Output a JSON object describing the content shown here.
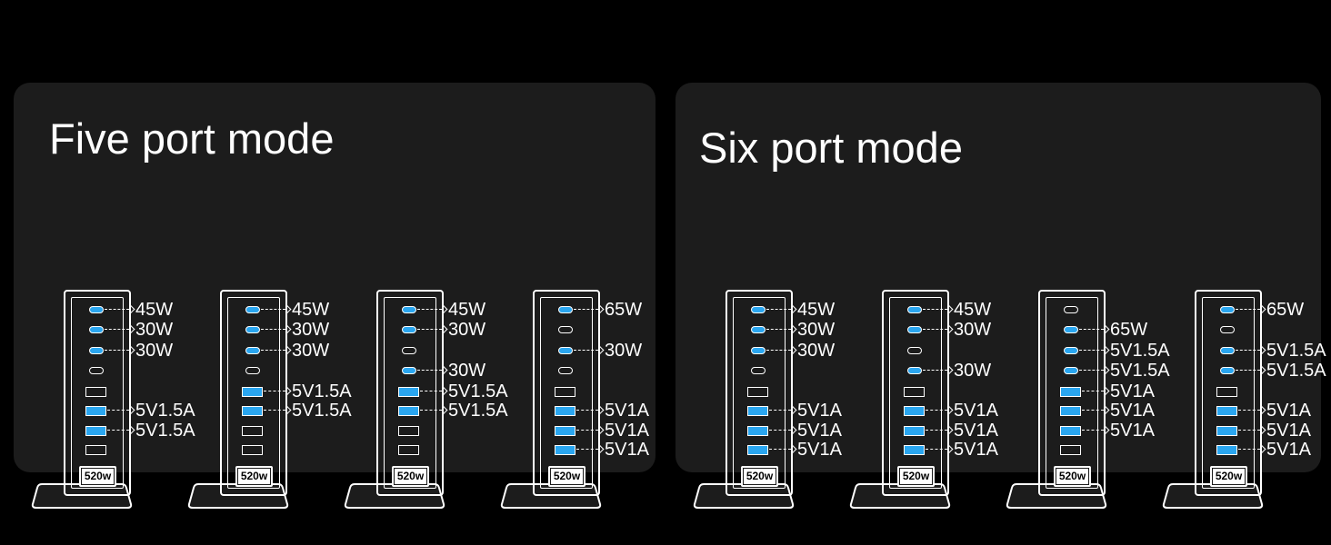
{
  "panels": [
    {
      "title": "Five port mode",
      "units": [
        {
          "wattage": "520w",
          "ports": [
            {
              "kind": "c",
              "active": true,
              "label": "45W"
            },
            {
              "kind": "c",
              "active": true,
              "label": "30W"
            },
            {
              "kind": "c",
              "active": true,
              "label": "30W"
            },
            {
              "kind": "c",
              "active": false,
              "label": ""
            },
            {
              "kind": "a",
              "active": false,
              "label": ""
            },
            {
              "kind": "a",
              "active": true,
              "label": "5V1.5A"
            },
            {
              "kind": "a",
              "active": true,
              "label": "5V1.5A"
            },
            {
              "kind": "a",
              "active": false,
              "label": ""
            }
          ]
        },
        {
          "wattage": "520w",
          "ports": [
            {
              "kind": "c",
              "active": true,
              "label": "45W"
            },
            {
              "kind": "c",
              "active": true,
              "label": "30W"
            },
            {
              "kind": "c",
              "active": true,
              "label": "30W"
            },
            {
              "kind": "c",
              "active": false,
              "label": ""
            },
            {
              "kind": "a",
              "active": true,
              "label": "5V1.5A"
            },
            {
              "kind": "a",
              "active": true,
              "label": "5V1.5A"
            },
            {
              "kind": "a",
              "active": false,
              "label": ""
            },
            {
              "kind": "a",
              "active": false,
              "label": ""
            }
          ]
        },
        {
          "wattage": "520w",
          "ports": [
            {
              "kind": "c",
              "active": true,
              "label": "45W"
            },
            {
              "kind": "c",
              "active": true,
              "label": "30W"
            },
            {
              "kind": "c",
              "active": false,
              "label": ""
            },
            {
              "kind": "c",
              "active": true,
              "label": "30W"
            },
            {
              "kind": "a",
              "active": true,
              "label": "5V1.5A"
            },
            {
              "kind": "a",
              "active": true,
              "label": "5V1.5A"
            },
            {
              "kind": "a",
              "active": false,
              "label": ""
            },
            {
              "kind": "a",
              "active": false,
              "label": ""
            }
          ]
        },
        {
          "wattage": "520w",
          "ports": [
            {
              "kind": "c",
              "active": true,
              "label": "65W"
            },
            {
              "kind": "c",
              "active": false,
              "label": ""
            },
            {
              "kind": "c",
              "active": true,
              "label": "30W"
            },
            {
              "kind": "c",
              "active": false,
              "label": ""
            },
            {
              "kind": "a",
              "active": false,
              "label": ""
            },
            {
              "kind": "a",
              "active": true,
              "label": "5V1A"
            },
            {
              "kind": "a",
              "active": true,
              "label": "5V1A"
            },
            {
              "kind": "a",
              "active": true,
              "label": "5V1A"
            }
          ]
        }
      ]
    },
    {
      "title": "Six port mode",
      "units": [
        {
          "wattage": "520w",
          "ports": [
            {
              "kind": "c",
              "active": true,
              "label": "45W"
            },
            {
              "kind": "c",
              "active": true,
              "label": "30W"
            },
            {
              "kind": "c",
              "active": true,
              "label": "30W"
            },
            {
              "kind": "c",
              "active": false,
              "label": ""
            },
            {
              "kind": "a",
              "active": false,
              "label": ""
            },
            {
              "kind": "a",
              "active": true,
              "label": "5V1A"
            },
            {
              "kind": "a",
              "active": true,
              "label": "5V1A"
            },
            {
              "kind": "a",
              "active": true,
              "label": "5V1A"
            }
          ]
        },
        {
          "wattage": "520w",
          "ports": [
            {
              "kind": "c",
              "active": true,
              "label": "45W"
            },
            {
              "kind": "c",
              "active": true,
              "label": "30W"
            },
            {
              "kind": "c",
              "active": false,
              "label": ""
            },
            {
              "kind": "c",
              "active": true,
              "label": "30W"
            },
            {
              "kind": "a",
              "active": false,
              "label": ""
            },
            {
              "kind": "a",
              "active": true,
              "label": "5V1A"
            },
            {
              "kind": "a",
              "active": true,
              "label": "5V1A"
            },
            {
              "kind": "a",
              "active": true,
              "label": "5V1A"
            }
          ]
        },
        {
          "wattage": "520w",
          "ports": [
            {
              "kind": "c",
              "active": false,
              "label": ""
            },
            {
              "kind": "c",
              "active": true,
              "label": "65W"
            },
            {
              "kind": "c",
              "active": true,
              "label": "5V1.5A"
            },
            {
              "kind": "c",
              "active": true,
              "label": "5V1.5A"
            },
            {
              "kind": "a",
              "active": true,
              "label": "5V1A"
            },
            {
              "kind": "a",
              "active": true,
              "label": "5V1A"
            },
            {
              "kind": "a",
              "active": true,
              "label": "5V1A"
            },
            {
              "kind": "a",
              "active": false,
              "label": ""
            }
          ]
        },
        {
          "wattage": "520w",
          "ports": [
            {
              "kind": "c",
              "active": true,
              "label": "65W"
            },
            {
              "kind": "c",
              "active": false,
              "label": ""
            },
            {
              "kind": "c",
              "active": true,
              "label": "5V1.5A"
            },
            {
              "kind": "c",
              "active": true,
              "label": "5V1.5A"
            },
            {
              "kind": "a",
              "active": false,
              "label": ""
            },
            {
              "kind": "a",
              "active": true,
              "label": "5V1A"
            },
            {
              "kind": "a",
              "active": true,
              "label": "5V1A"
            },
            {
              "kind": "a",
              "active": true,
              "label": "5V1A"
            }
          ]
        }
      ]
    }
  ],
  "colors": {
    "page_bg": "#000000",
    "panel_bg": "#1c1c1c",
    "port_active": "#2aa6f0",
    "outline": "#ffffff"
  }
}
